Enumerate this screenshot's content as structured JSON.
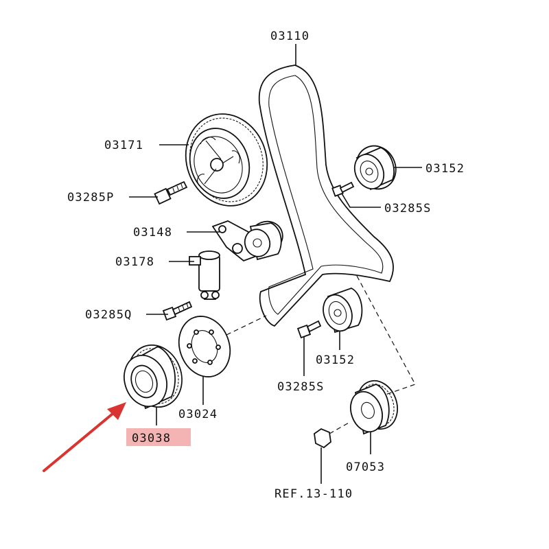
{
  "labels": {
    "timing_belt": "03110",
    "camshaft_sprocket": "03171",
    "bolt_p": "03285P",
    "idler_pulley_top": "03152",
    "bolt_s_top": "03285S",
    "tensioner_arm": "03148",
    "auto_tensioner": "03178",
    "bolt_q": "03285Q",
    "belt_guide_plate": "03024",
    "idler_pulley_bottom": "03152",
    "bolt_s_bottom": "03285S",
    "crankshaft_sprocket": "03038",
    "oil_pump_sprocket": "07053",
    "reference": "REF.13-110"
  },
  "colors": {
    "line": "#111111",
    "highlight_fill": "#f4b4b4",
    "arrow": "#d9342f"
  },
  "highlighted_part": "03038"
}
